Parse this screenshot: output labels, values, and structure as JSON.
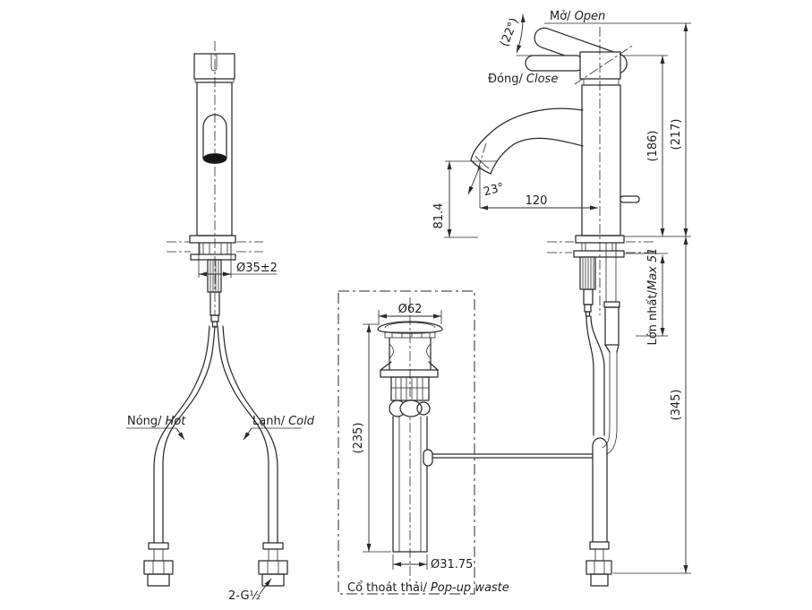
{
  "drawing": {
    "front_view": {
      "shank_diameter": "Ø35±2",
      "hot": {
        "vi": "Nóng/",
        "en": "Hot"
      },
      "cold": {
        "vi": "Lạnh/",
        "en": "Cold"
      },
      "hose_thread": "2-G½"
    },
    "side_view": {
      "open": {
        "vi": "Mở/",
        "en": "Open"
      },
      "close": {
        "vi": "Đóng/",
        "en": "Close"
      },
      "handle_angle": "(22°)",
      "spout_height": "81.4",
      "stream_angle": "23°",
      "spout_reach": "120",
      "height_closed": "(186)",
      "height_open": "(217)",
      "deck_thickness": {
        "vi": "Lớn nhất/",
        "en": "Max 51"
      },
      "below_deck_length": "(345)"
    },
    "popup_waste": {
      "cap_diameter": "Ø62",
      "body_length": "(235)",
      "pipe_diameter": "Ø31.75",
      "caption": {
        "vi": "Cổ thoát thải/",
        "en": "Pop-up waste"
      }
    }
  }
}
